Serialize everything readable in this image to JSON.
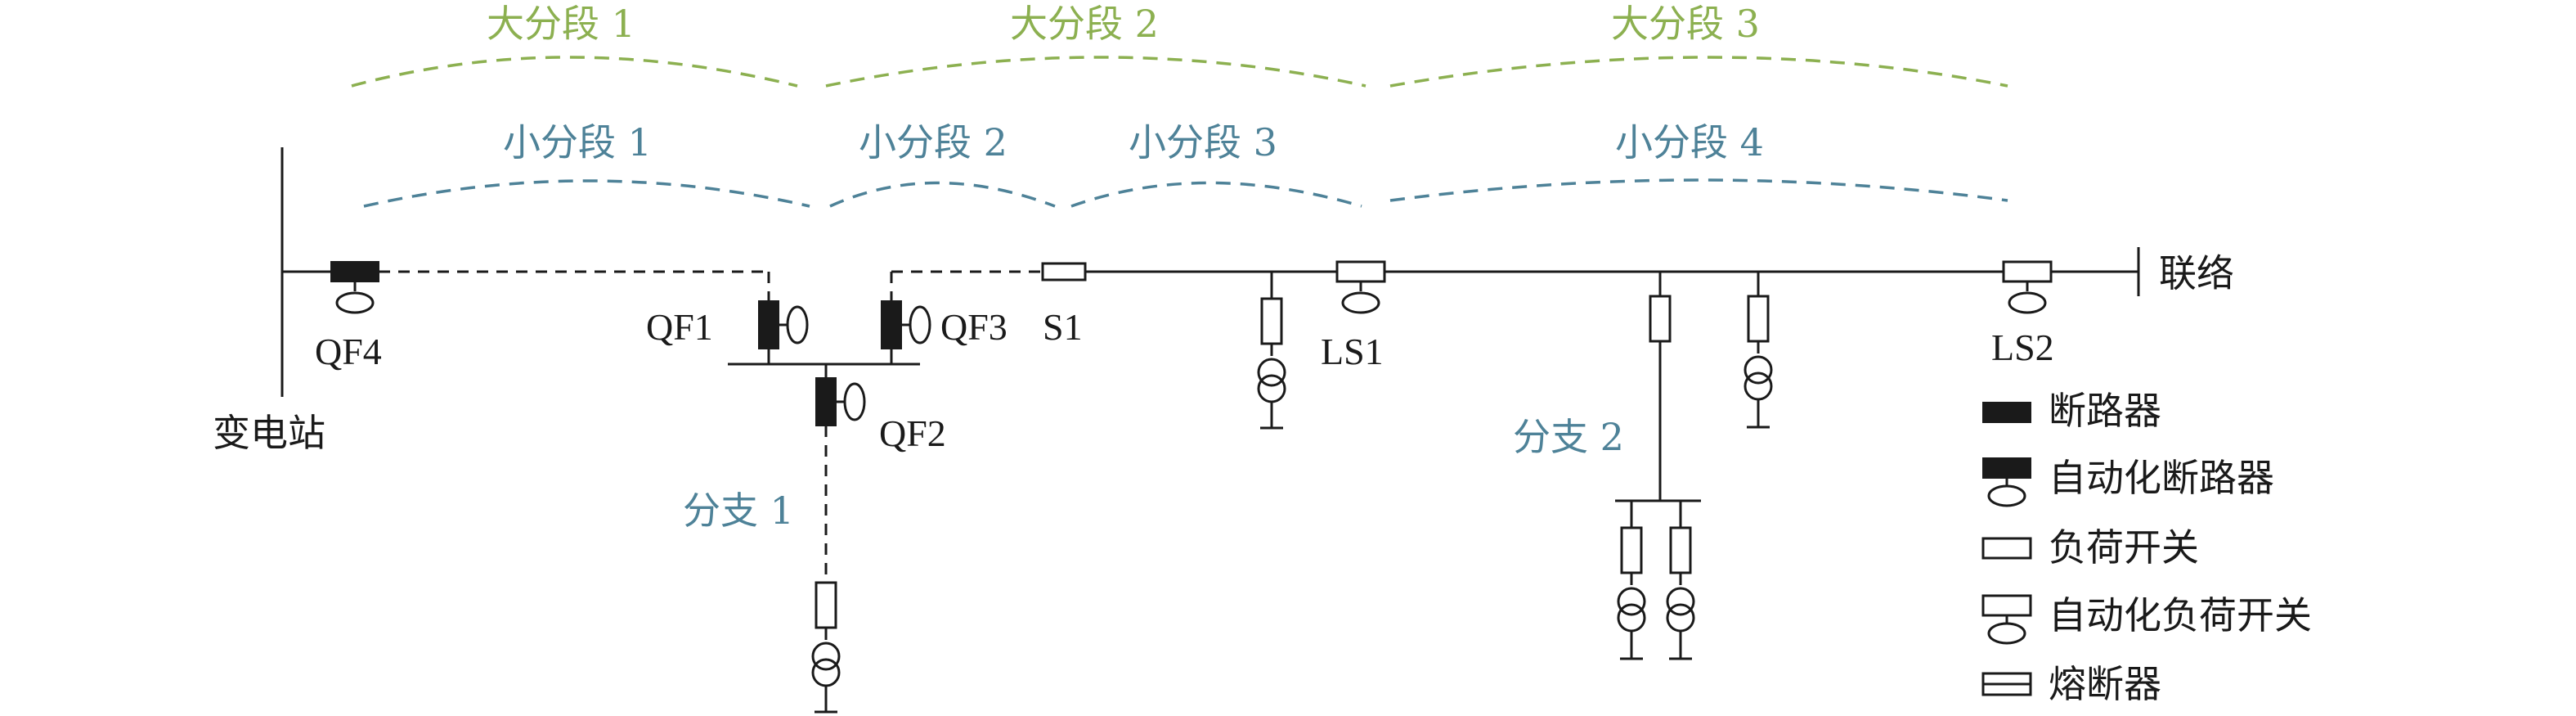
{
  "segments_major": [
    {
      "label": "大分段 1"
    },
    {
      "label": "大分段 2"
    },
    {
      "label": "大分段 3"
    }
  ],
  "segments_minor": [
    {
      "label": "小分段 1"
    },
    {
      "label": "小分段 2"
    },
    {
      "label": "小分段 3"
    },
    {
      "label": "小分段 4"
    }
  ],
  "devices": {
    "qf4": "QF4",
    "qf1": "QF1",
    "qf3": "QF3",
    "qf2": "QF2",
    "s1": "S1",
    "ls1": "LS1",
    "ls2": "LS2"
  },
  "labels": {
    "substation": "变电站",
    "tie": "联络",
    "branch1": "分支 1",
    "branch2": "分支 2"
  },
  "legend": [
    {
      "label": "断路器",
      "icon": "breaker-icon"
    },
    {
      "label": "自动化断路器",
      "icon": "automated-breaker-icon"
    },
    {
      "label": "负荷开关",
      "icon": "load-switch-icon"
    },
    {
      "label": "自动化负荷开关",
      "icon": "automated-load-switch-icon"
    },
    {
      "label": "熔断器",
      "icon": "fuse-icon"
    }
  ],
  "colors": {
    "major_segment": "#8cb050",
    "minor_segment": "#4e8298",
    "line": "#1a1a1a"
  }
}
